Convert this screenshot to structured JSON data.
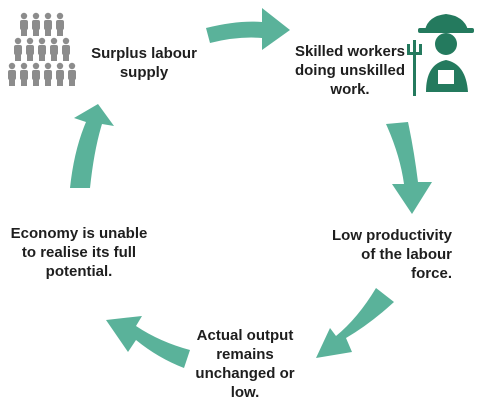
{
  "colors": {
    "arrow": "#5ab29a",
    "people_icon": "#8c8c8c",
    "farmer_icon": "#247a5e",
    "text": "#1e1e1e"
  },
  "icons": {
    "top_left": "people-group-icon",
    "top_right": "farmer-icon"
  },
  "cycle": {
    "surplus": "Surplus labour\nsupply",
    "skilled": "Skilled workers\ndoing unskilled\nwork.",
    "productivity": "Low productivity\nof the labour\nforce.",
    "output": "Actual output\nremains\nunchanged or\nlow.",
    "economy": "Economy is unable\nto realise its full\npotential."
  }
}
